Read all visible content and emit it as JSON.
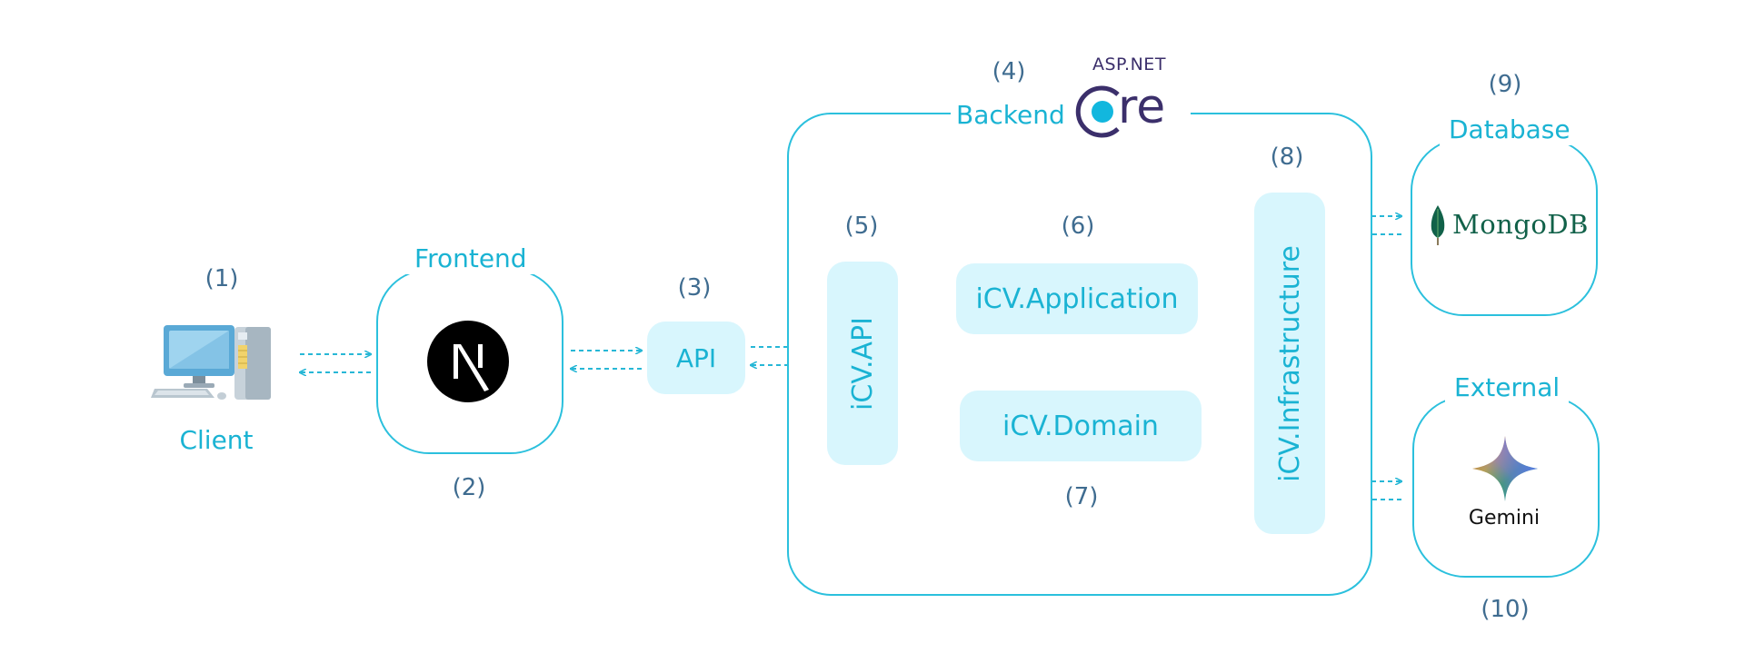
{
  "client": {
    "number": "(1)",
    "label": "Client",
    "icon": "desktop-computer-icon"
  },
  "frontend": {
    "number": "(2)",
    "title": "Frontend",
    "icon": "nextjs-logo"
  },
  "api": {
    "number": "(3)",
    "label": "API"
  },
  "backend": {
    "number": "(4)",
    "title": "Backend",
    "logo_top": "ASP.NET",
    "logo_word": "re"
  },
  "icv_api": {
    "number": "(5)",
    "label": "iCV.API"
  },
  "icv_application": {
    "number": "(6)",
    "label": "iCV.Application"
  },
  "icv_domain": {
    "number": "(7)",
    "label": "iCV.Domain"
  },
  "icv_infrastructure": {
    "number": "(8)",
    "label": "iCV.Infrastructure"
  },
  "database": {
    "number": "(9)",
    "title": "Database",
    "brand": "MongoDB",
    "brand_mark": "."
  },
  "external": {
    "number": "(10)",
    "title": "External",
    "brand": "Gemini"
  },
  "colors": {
    "accent": "#1ab3d3",
    "border": "#2bc0dd",
    "pill_fill": "#d8f6fd",
    "number_text": "#3f6c90",
    "arrow": "#27b7d6",
    "aspnet_purple": "#3b2f6b",
    "mongodb_green": "#116149"
  }
}
